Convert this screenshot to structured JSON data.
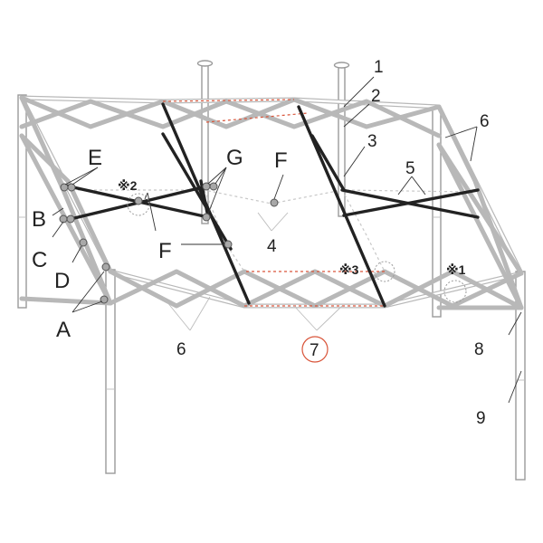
{
  "part_numbers": [
    "1",
    "2",
    "3",
    "4",
    "5",
    "6",
    "6",
    "7",
    "8",
    "9"
  ],
  "joint_letters": [
    "A",
    "B",
    "C",
    "D",
    "E",
    "F",
    "F",
    "G"
  ],
  "detail_marks": [
    "※1",
    "※2",
    "※3"
  ],
  "highlight_color": "#d9553a",
  "frame_color": "#b8b8b8",
  "bar_color": "#222222"
}
